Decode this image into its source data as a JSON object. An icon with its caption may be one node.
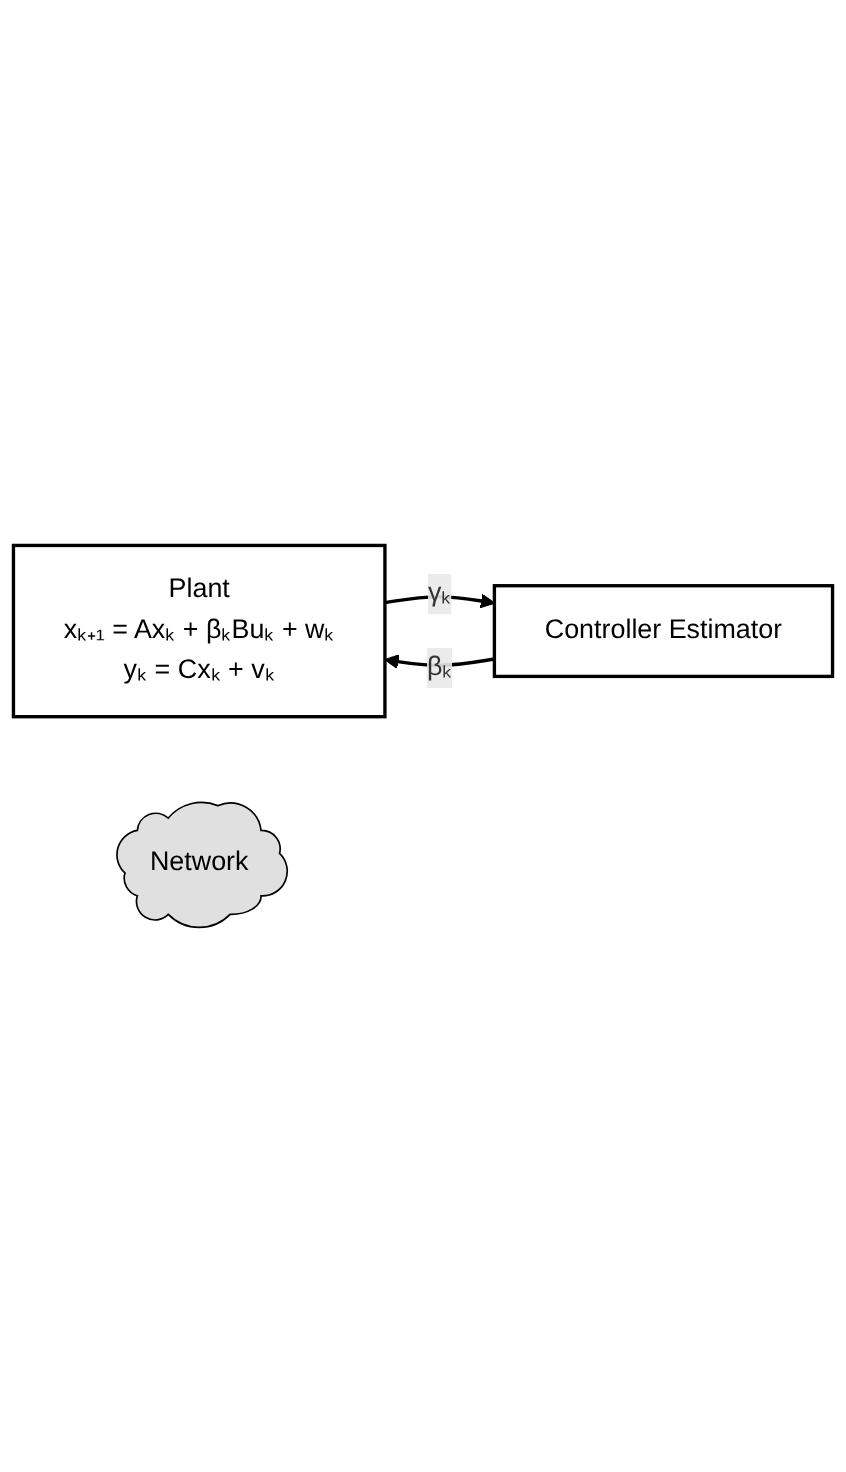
{
  "diagram": {
    "nodes": [
      {
        "text": [
          "Plant",
          "xₖ₊₁ = Axₖ + βₖBuₖ + wₖ",
          "yₖ = Cxₖ + vₖ"
        ]
      },
      {
        "text": [
          "Network"
        ]
      },
      {
        "text": [
          "Controller Estimator"
        ]
      }
    ],
    "edges": [
      {
        "from": 2,
        "to": 0,
        "arrow": "to",
        "label": "βₖ"
      },
      {
        "from": 0,
        "to": 2,
        "arrow": "to",
        "label": "γₖ"
      }
    ]
  }
}
